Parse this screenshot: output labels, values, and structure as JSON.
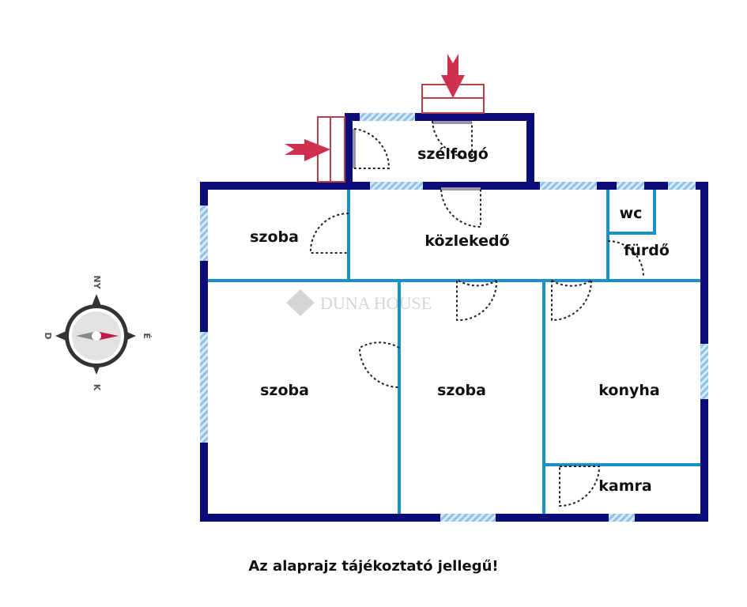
{
  "rooms": {
    "szelfogo": "szélfogó",
    "szoba_small": "szoba",
    "kozlekedo": "közlekedő",
    "wc": "wc",
    "furdo": "fürdő",
    "szoba_left": "szoba",
    "szoba_mid": "szoba",
    "konyha": "konyha",
    "kamra": "kamra"
  },
  "compass": {
    "north": "É",
    "east": "K",
    "south": "D",
    "west": "NY"
  },
  "watermark": "DUNA HOUSE",
  "disclaimer": "Az alaprajz tájékoztató jellegű!",
  "colors": {
    "outer_wall": "#0c0c78",
    "inner_wall": "#1a8fc8",
    "window": "#9cc8e8",
    "entrance_arrow": "#d0304f"
  }
}
